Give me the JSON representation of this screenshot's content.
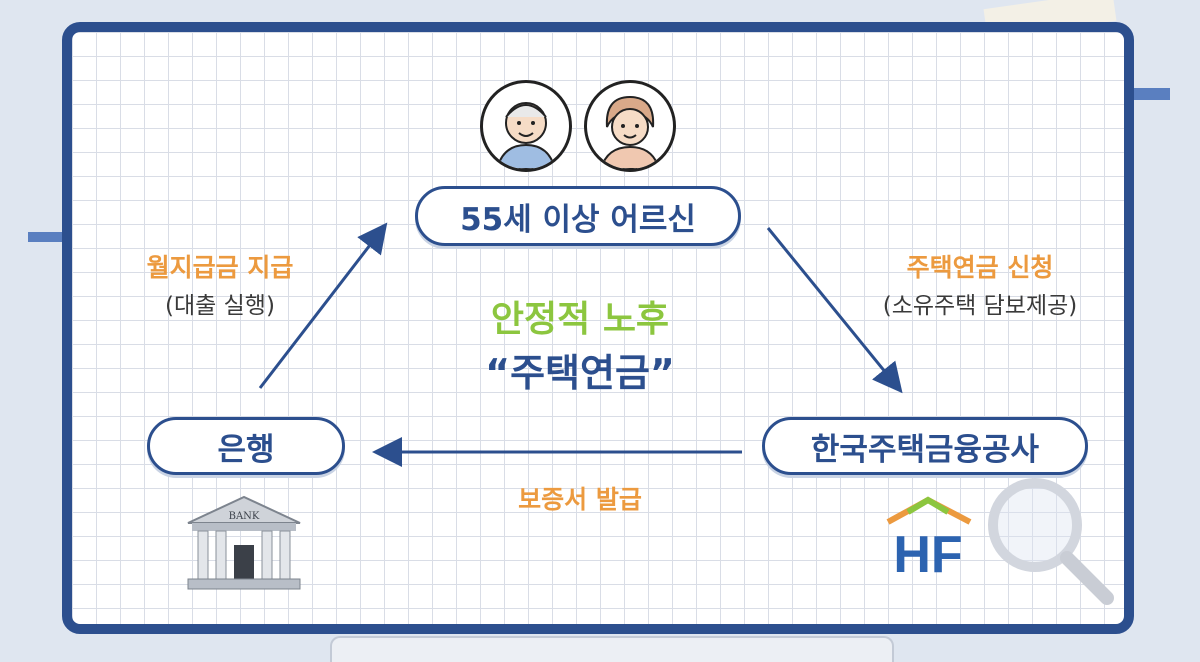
{
  "nodes": {
    "seniors": "55세 이상 어르신",
    "bank": "은행",
    "hf": "한국주택금융공사"
  },
  "edges": {
    "apply_title": "주택연금 신청",
    "apply_sub": "(소유주택 담보제공)",
    "pay_title": "월지급금 지급",
    "pay_sub": "(대출 실행)",
    "guarantee": "보증서 발급"
  },
  "center": {
    "line1": "안정적 노후",
    "line2": "“주택연금”"
  },
  "bank_sign": "BANK",
  "hf_logo": "HF",
  "colors": {
    "navy": "#2c4f8e",
    "orange": "#ec9a3f",
    "green": "#8cc63f"
  }
}
